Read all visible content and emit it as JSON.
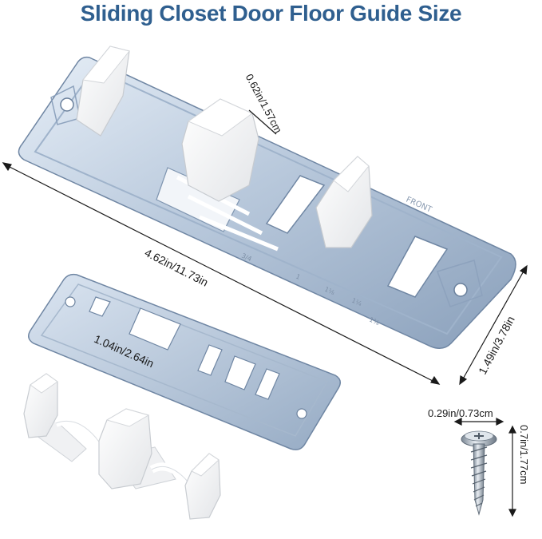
{
  "title": "Sliding Closet Door Floor Guide Size",
  "dimensions": {
    "large_length": "4.62in/11.73in",
    "large_height": "1.49in/3.78in",
    "guide_width": "0.62in/1.57cm",
    "small_length": "1.04in/2.64in",
    "screw_head": "0.29in/0.73cm",
    "screw_length": "0.7in/1.77cm"
  },
  "plate_markings": {
    "front": "FRONT",
    "frac_3_4": "3/4",
    "one": "1",
    "one_1_8": "1⅛",
    "one_1_4": "1¼",
    "one_3_8": "1⅜"
  },
  "colors": {
    "title": "#2f5f8f",
    "metal_light": "#c9d6e6",
    "metal_dark": "#7d93ad",
    "plastic": "#f7f7f7"
  }
}
